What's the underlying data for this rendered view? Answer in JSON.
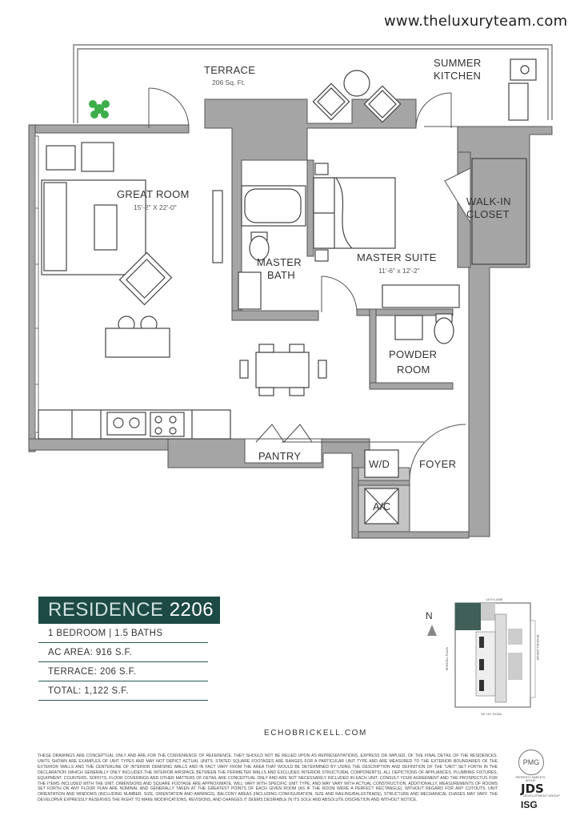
{
  "header": {
    "website": "www.theluxuryteam.com"
  },
  "plan": {
    "rooms": {
      "terrace": "TERRACE",
      "terrace_area": "206 Sq. Ft.",
      "summer_kitchen_1": "SUMMER",
      "summer_kitchen_2": "KITCHEN",
      "great_room": "GREAT ROOM",
      "great_room_dim": "15'-2\" X 22'-0\"",
      "walk_in_1": "WALK-IN",
      "walk_in_2": "CLOSET",
      "master_bath_1": "MASTER",
      "master_bath_2": "BATH",
      "master_suite": "MASTER SUITE",
      "master_suite_dim": "11'-6\" x 12'-2\"",
      "powder_1": "POWDER",
      "powder_2": "ROOM",
      "pantry": "PANTRY",
      "wd": "W/D",
      "ac": "A/C",
      "foyer": "FOYER"
    }
  },
  "residence": {
    "label": "RESIDENCE",
    "number": "2206",
    "beds_baths": "1 BEDROOM | 1.5 BATHS",
    "ac_area": "AC AREA: 916 S.F.",
    "terrace": "TERRACE: 206 S.F.",
    "total": "TOTAL: 1,122 S.F."
  },
  "keyplan": {
    "north": "N",
    "top_street": "14TH LANE",
    "bottom_street": "SE 1ST ROAD",
    "right_street": "BRICKELL AVENUE",
    "left_street": "BRICKELL PLAZA"
  },
  "footer": {
    "site": "ECHOBRICKELL.COM",
    "disclaimer": "THESE DRAWINGS ARE CONCEPTUAL ONLY AND ARE FOR THE CONVENIENCE OF REFERENCE. THEY SHOULD NOT BE RELIED UPON AS REPRESENTATIONS, EXPRESS OR IMPLIED, OF THE FINAL DETAIL OF THE RESIDENCES. UNITS SHOWN ARE EXAMPLES OF UNIT TYPES AND MAY NOT DEPICT ACTUAL UNITS. STATED SQUARE FOOTAGES ARE RANGES FOR A PARTICULAR UNIT TYPE AND ARE MEASURED TO THE EXTERIOR BOUNDARIES OF THE EXTERIOR WALLS AND THE CENTERLINE OF INTERIOR DEMISING WALLS AND IN FACT VARY FROM THE AREA THAT WOULD BE DETERMINED BY USING THE DESCRIPTION AND DEFINITION OF THE \"UNIT\" SET FORTH IN THE DECLARATION (WHICH GENERALLY ONLY INCLUDES THE INTERIOR AIRSPACE BETWEEN THE PERIMETER WALLS AND EXCLUDES INTERIOR STRUCTURAL COMPONENTS). ALL DEPICTIONS OF APPLIANCES, PLUMBING FIXTURES, EQUIPMENT, COUNTERS, SOFFITS, FLOOR COVERINGS AND OTHER MATTERS OF DETAIL ARE CONCEPTUAL ONLY AND ARE NOT NECESSARILY INCLUDED IN EACH UNIT. CONSULT YOUR AGREEMENT AND THE PROSPECTUS FOR THE ITEMS INCLUDED WITH THE UNIT. DIMENSIONS AND SQUARE FOOTAGE ARE APPROXIMATE, WILL VARY WITH SPECIFIC UNIT TYPE, AND MAY VARY WITH ACTUAL CONSTRUCTION. ADDITIONALLY, MEASUREMENTS OF ROOMS SET FORTH ON ANY FLOOR PLAN ARE NOMINAL AND GENERALLY TAKEN AT THE GREATEST POINTS OF EACH GIVEN ROOM (AS IF THE ROOM WERE A PERFECT RECTANGLE), WITHOUT REGARD FOR ANY CUTOUTS. UNIT ORIENTATION AND WINDOWS (INCLUDING NUMBER, SIZE, ORIENTATION AND AWNINGS), BALCONY AREAS (INCLUDING CONFIGURATION, SIZE AND RAILING/BALUSTRADE), STRUCTURE AND MECHANICAL CHASES MAY VARY. THE DEVELOPER EXPRESSLY RESERVES THE RIGHT TO MAKE MODIFICATIONS, REVISIONS, AND CHANGES IT DEEMS DESIRABLE IN ITS SOLE AND ABSOLUTE DISCRETION AND WITHOUT NOTICE.",
    "pmg_mark": "PMG",
    "pmg_text": "PROPERTY MARKETS GROUP",
    "jds": "JDS",
    "jds_sub": "DEVELOPMENT GROUP",
    "isg": "ISG"
  },
  "colors": {
    "wall": "#a5a5a5",
    "outline": "#555555",
    "banner": "#1d4a44",
    "plant": "#3fae4a"
  },
  "icons": [
    "plant-icon",
    "stove-icon",
    "sink-icon",
    "toilet-icon",
    "bathtub-icon",
    "bed-icon",
    "dining-table-icon",
    "sofa-icon",
    "armchair-icon",
    "north-arrow-icon"
  ]
}
